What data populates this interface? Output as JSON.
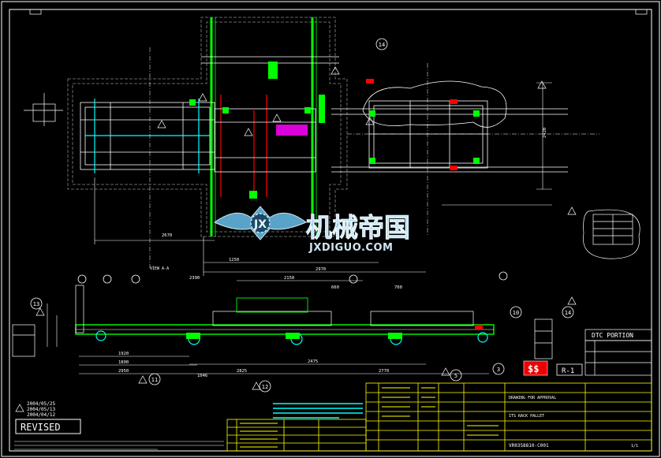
{
  "drawing": {
    "callouts": {
      "c14_top": "14",
      "c13": "13",
      "c11": "11",
      "c12": "12",
      "c3": "3",
      "c5": "5",
      "c10": "10",
      "c14_right": "14"
    },
    "dimensions": {
      "d2420": "2420",
      "d2670": "2670",
      "d1250": "1250",
      "d700": "700",
      "d660": "660",
      "d1920": "1920",
      "d1800": "1800",
      "d2825": "2825",
      "d2770": "2770",
      "d2475": "2475",
      "d2390": "2390",
      "d1046": "1046",
      "d2970": "2970",
      "d2150": "2150",
      "d2950": "2950"
    },
    "revision_dates": [
      "2004/05/25",
      "2004/05/13",
      "2004/04/12"
    ],
    "revised_label": "REVISED",
    "portion_label": "DTC PORTION",
    "rev_marker": "R-1",
    "ss_mark": "$$",
    "drawing_number": "VR0358810-C001",
    "title_en": "ITS RACK PALLET",
    "approval_note": "DRAWING FOR APPROVAL",
    "section_label": "VIEW A-A",
    "sheet_value": "1/1"
  },
  "watermark": {
    "name_cn": "机械帝国",
    "site": "JXDIGUO.COM"
  },
  "colors": {
    "bg": "#000000",
    "white": "#ffffff",
    "green": "#00ff00",
    "yellow": "#ffff00",
    "cyan": "#00ffff",
    "red": "#ff0000",
    "magenta": "#ff00ff"
  }
}
